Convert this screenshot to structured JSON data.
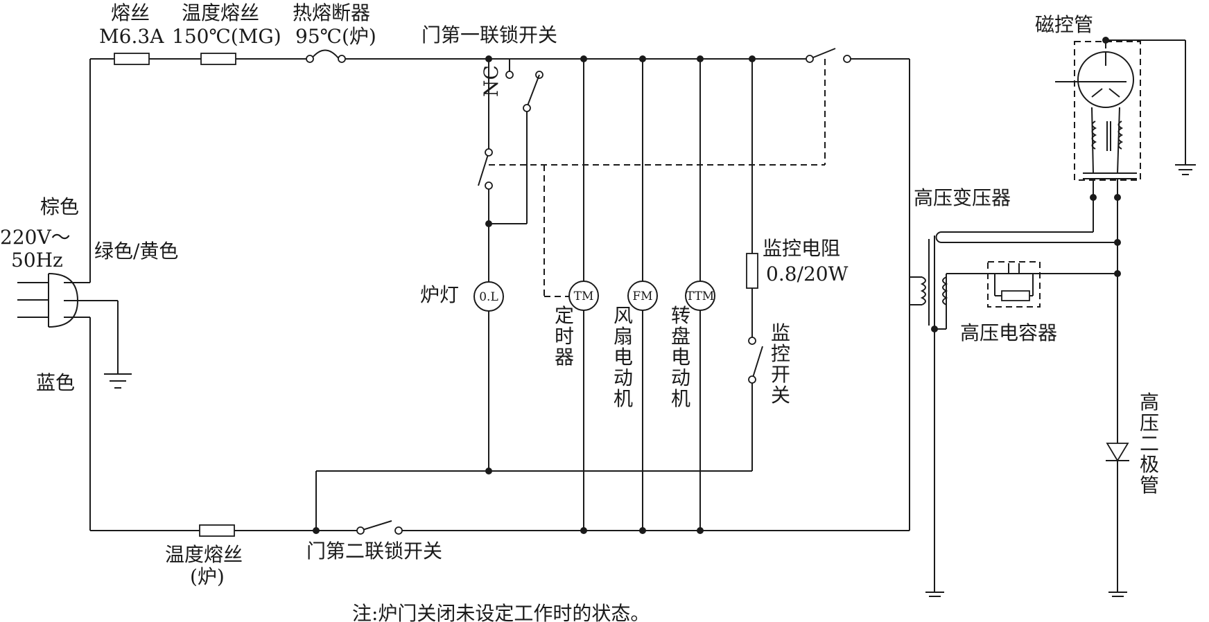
{
  "labels": {
    "fuse_name": "熔丝",
    "fuse_rating": "M6.3A",
    "thermal_fuse_mg_name": "温度熔丝",
    "thermal_fuse_mg_rating": "150℃(MG)",
    "thermal_cutout_name": "热熔断器",
    "thermal_cutout_rating": "95℃(炉)",
    "door_switch_1": "门第一联锁开关",
    "nc": "NC",
    "magnetron": "磁控管",
    "brown": "棕色",
    "voltage": "220V～",
    "frequency": "50Hz",
    "green_yellow": "绿色/黄色",
    "blue": "蓝色",
    "oven_lamp": "炉灯",
    "oven_lamp_symbol": "0.L",
    "timer_symbol": "TM",
    "fan_symbol": "FM",
    "turntable_symbol": "TTM",
    "timer_name": "定时器",
    "fan_motor_name": "风扇电动机",
    "turntable_motor_name": "转盘电动机",
    "monitor_resistor_name": "监控电阻",
    "monitor_resistor_rating": "0.8/20W",
    "monitor_switch_name": "监控开关",
    "hv_transformer": "高压变压器",
    "hv_capacitor": "高压电容器",
    "hv_diode": "高压二极管",
    "thermal_fuse_oven_name": "温度熔丝",
    "thermal_fuse_oven_note": "(炉)",
    "door_switch_2": "门第二联锁开关",
    "footnote": "注:炉门关闭未设定工作时的状态。"
  }
}
